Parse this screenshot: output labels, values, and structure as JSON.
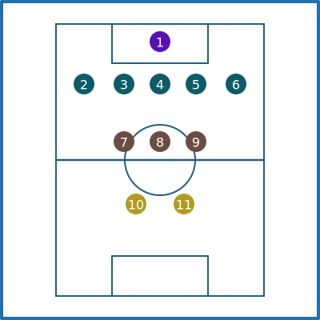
{
  "colors": {
    "frame": "#1f6fb2",
    "lines": "#1f5f86",
    "goalkeeper": "#5a0fb8",
    "defenders": "#0b5c67",
    "midfielders": "#6b4c43",
    "forwards": "#b39a22",
    "number_text": "#ffffff"
  },
  "players": [
    {
      "number": "1",
      "role": "goalkeeper"
    },
    {
      "number": "2",
      "role": "defenders"
    },
    {
      "number": "3",
      "role": "defenders"
    },
    {
      "number": "4",
      "role": "defenders"
    },
    {
      "number": "5",
      "role": "defenders"
    },
    {
      "number": "6",
      "role": "defenders"
    },
    {
      "number": "7",
      "role": "midfielders"
    },
    {
      "number": "8",
      "role": "midfielders"
    },
    {
      "number": "9",
      "role": "midfielders"
    },
    {
      "number": "10",
      "role": "forwards"
    },
    {
      "number": "11",
      "role": "forwards"
    }
  ]
}
